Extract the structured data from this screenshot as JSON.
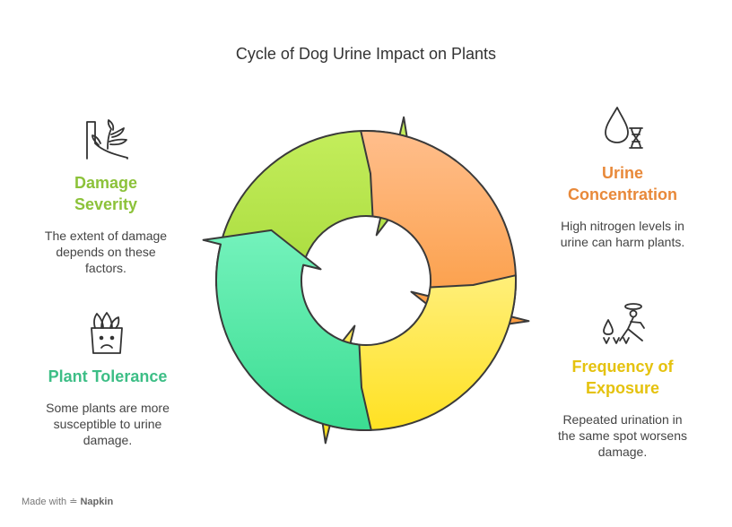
{
  "title": "Cycle of Dog Urine Impact on Plants",
  "colors": {
    "orange": "#E8893A",
    "yellow": "#E5C20E",
    "teal": "#3DBE86",
    "green": "#8CC23A"
  },
  "stages": {
    "urine": {
      "heading": "Urine Concentration",
      "description": "High nitrogen levels in urine can harm plants.",
      "icon": "drop-dna-icon"
    },
    "frequency": {
      "heading": "Frequency of Exposure",
      "description": "Repeated urination in the same spot worsens damage.",
      "icon": "person-watering-icon"
    },
    "tolerance": {
      "heading": "Plant Tolerance",
      "description": "Some plants are more susceptible to urine damage.",
      "icon": "sad-plant-icon"
    },
    "damage": {
      "heading": "Damage Severity",
      "description": "The extent of damage depends on these factors.",
      "icon": "wilting-plant-icon"
    }
  },
  "footer": {
    "made_with": "Made with",
    "brand": "Napkin"
  }
}
